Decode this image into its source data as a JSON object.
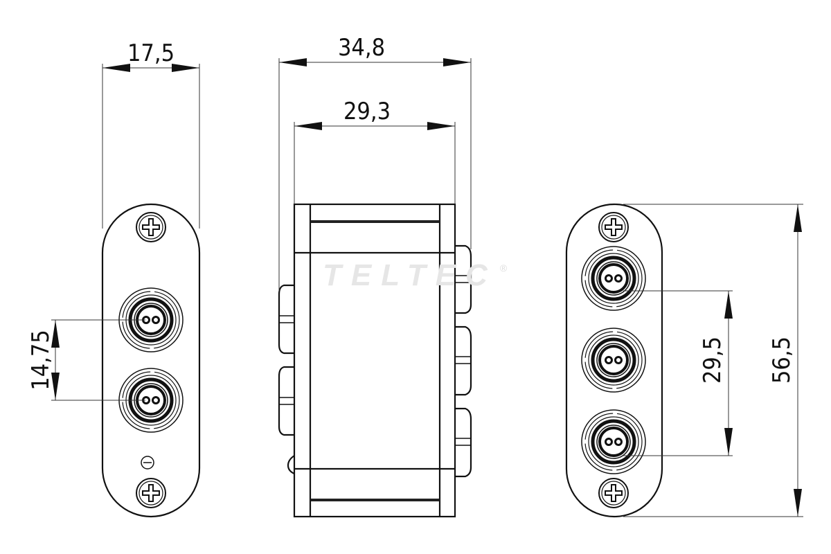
{
  "drawing": {
    "watermark": "TELTEC",
    "watermark_mark": "®",
    "left_view": {
      "width_dim": "17,5",
      "connector_pitch_dim": "14,75"
    },
    "side_view": {
      "overall_depth_dim": "34,8",
      "body_depth_dim": "29,3"
    },
    "right_view": {
      "connector_pitch_dim": "29,5",
      "overall_height_dim": "56,5"
    }
  }
}
